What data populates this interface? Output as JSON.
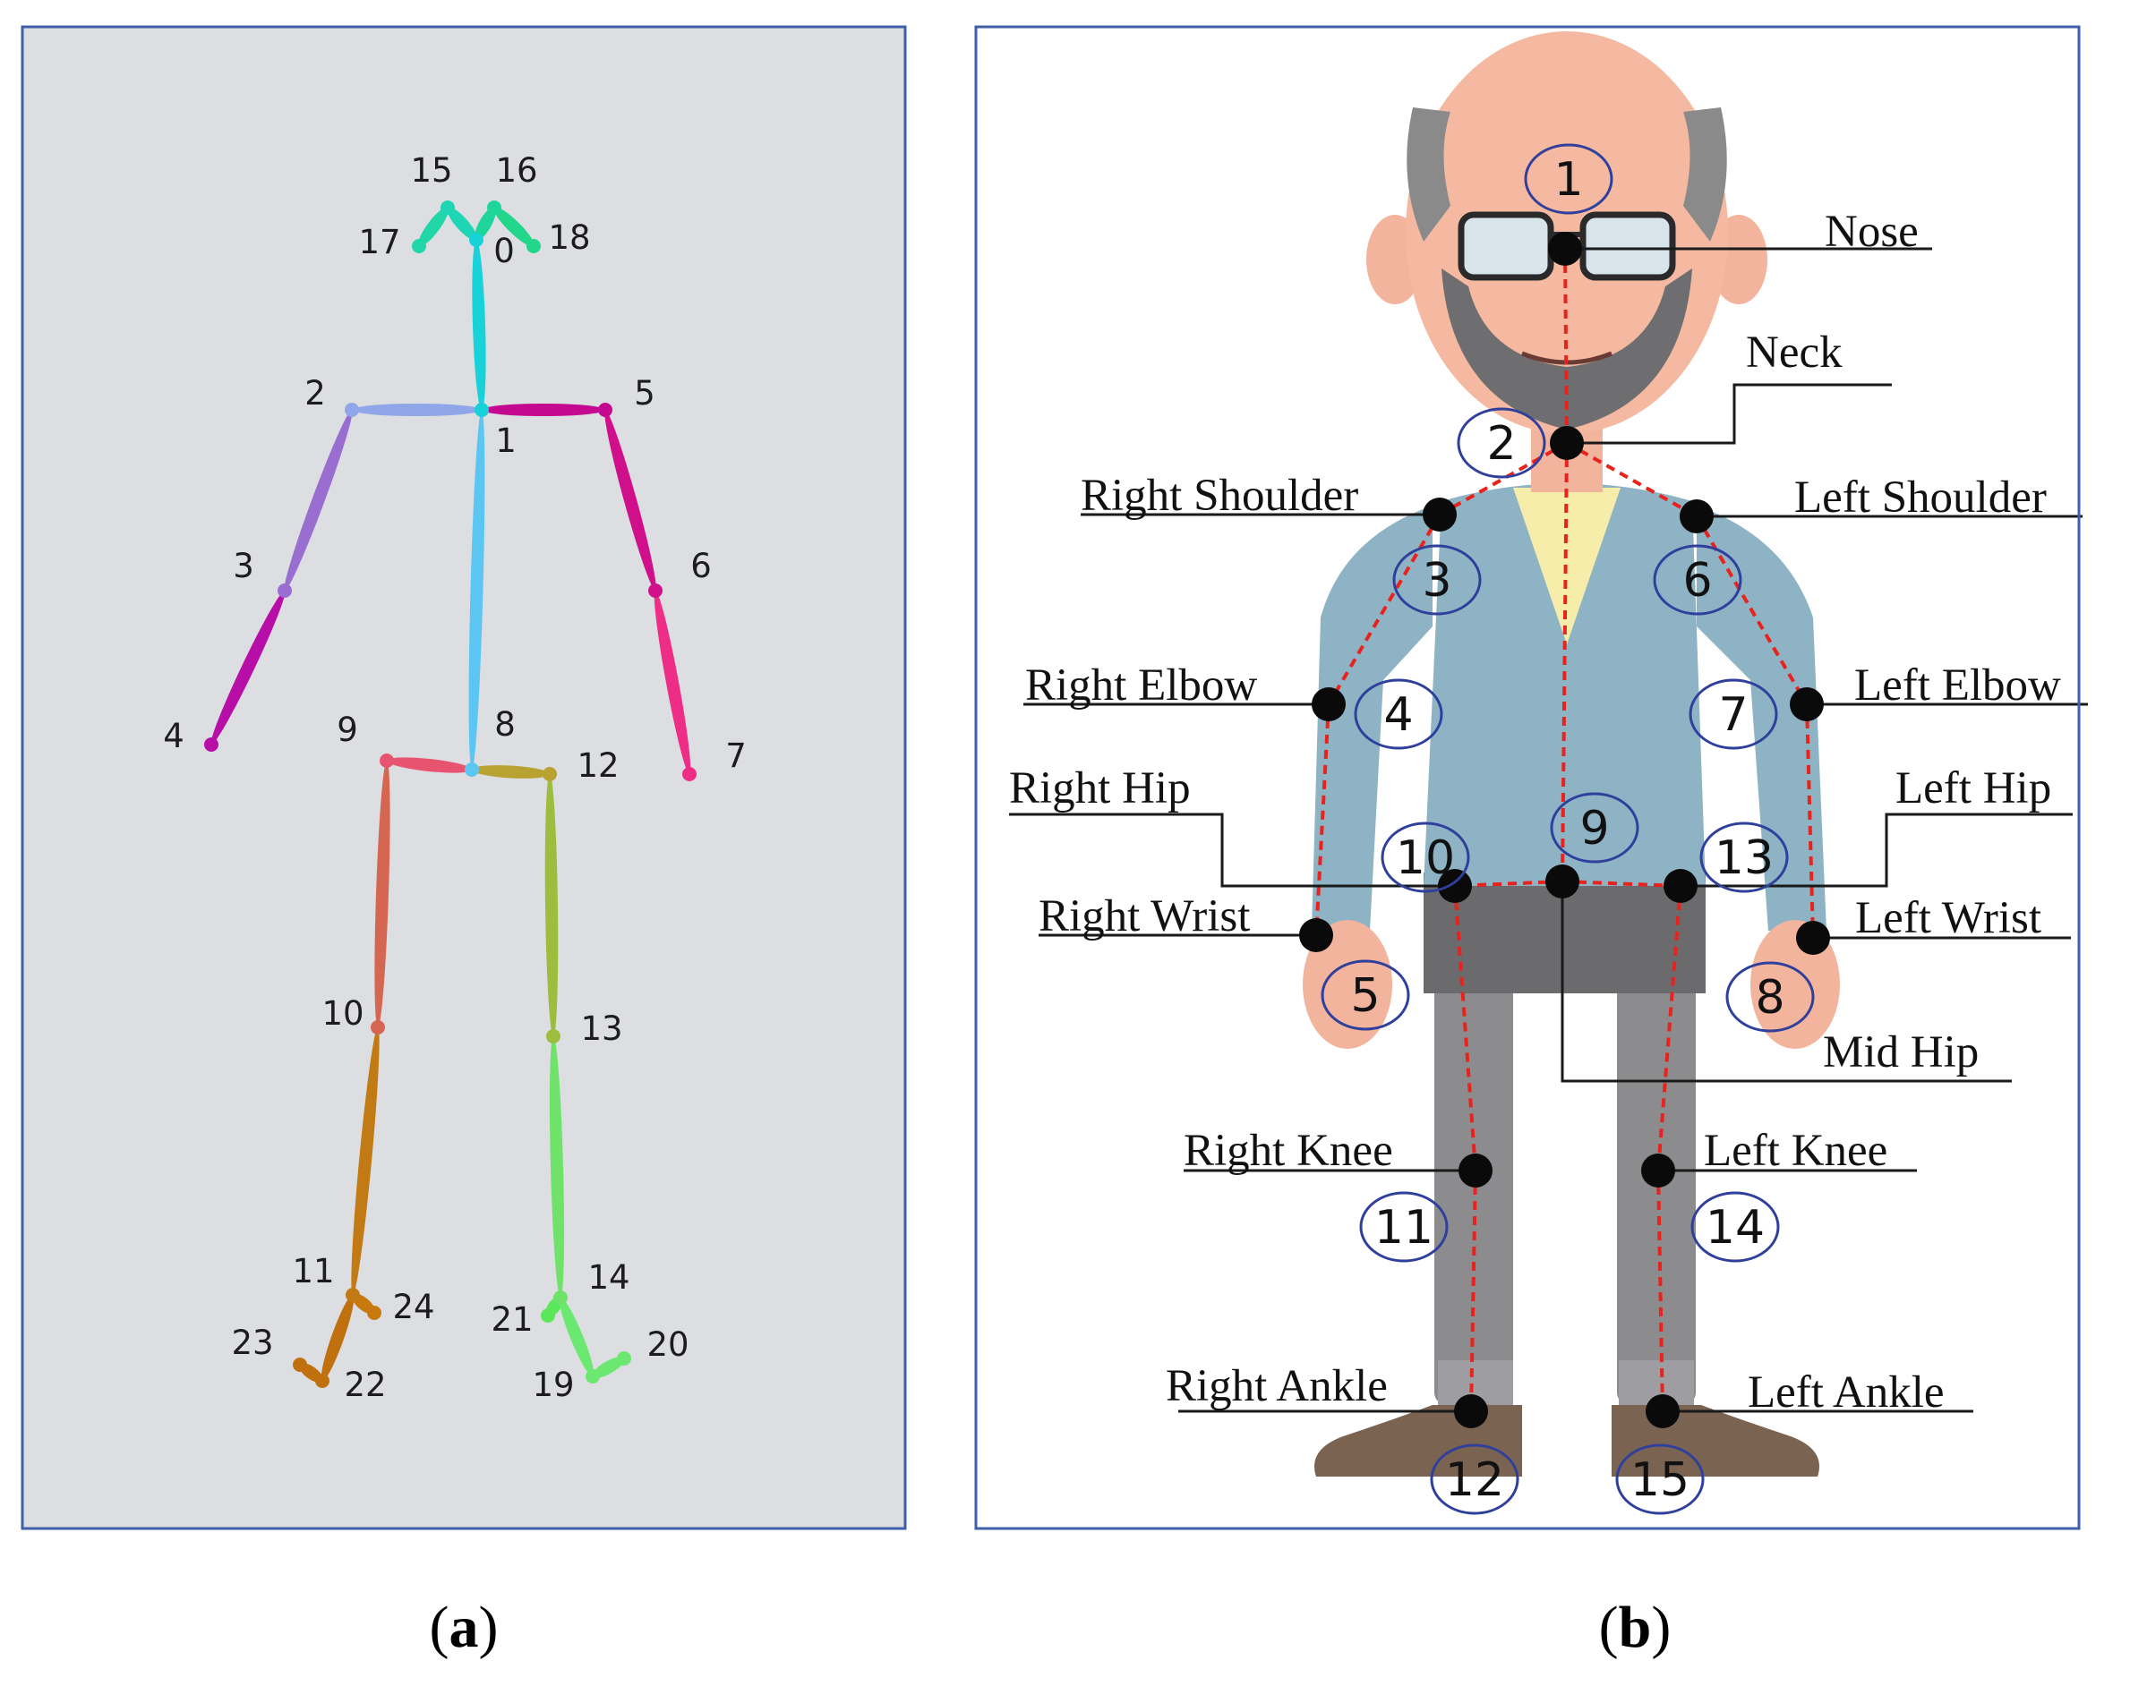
{
  "panel_a": {
    "caption_open": "(",
    "caption_letter": "a",
    "caption_close": ")",
    "keypoints": [
      {
        "id": "0",
        "label": "0"
      },
      {
        "id": "1",
        "label": "1"
      },
      {
        "id": "2",
        "label": "2"
      },
      {
        "id": "3",
        "label": "3"
      },
      {
        "id": "4",
        "label": "4"
      },
      {
        "id": "5",
        "label": "5"
      },
      {
        "id": "6",
        "label": "6"
      },
      {
        "id": "7",
        "label": "7"
      },
      {
        "id": "8",
        "label": "8"
      },
      {
        "id": "9",
        "label": "9"
      },
      {
        "id": "10",
        "label": "10"
      },
      {
        "id": "11",
        "label": "11"
      },
      {
        "id": "12",
        "label": "12"
      },
      {
        "id": "13",
        "label": "13"
      },
      {
        "id": "14",
        "label": "14"
      },
      {
        "id": "15",
        "label": "15"
      },
      {
        "id": "16",
        "label": "16"
      },
      {
        "id": "17",
        "label": "17"
      },
      {
        "id": "18",
        "label": "18"
      },
      {
        "id": "19",
        "label": "19"
      },
      {
        "id": "20",
        "label": "20"
      },
      {
        "id": "21",
        "label": "21"
      },
      {
        "id": "22",
        "label": "22"
      },
      {
        "id": "23",
        "label": "23"
      },
      {
        "id": "24",
        "label": "24"
      }
    ],
    "bones": [
      {
        "from": "0",
        "to": "1",
        "color": "#17d2d8"
      },
      {
        "from": "0",
        "to": "15",
        "color": "#1fd6b4"
      },
      {
        "from": "0",
        "to": "16",
        "color": "#1fd69a"
      },
      {
        "from": "15",
        "to": "17",
        "color": "#21d6a8"
      },
      {
        "from": "16",
        "to": "18",
        "color": "#22d68c"
      },
      {
        "from": "1",
        "to": "2",
        "color": "#8fa6e8"
      },
      {
        "from": "2",
        "to": "3",
        "color": "#9a6ed0"
      },
      {
        "from": "3",
        "to": "4",
        "color": "#b80ea8"
      },
      {
        "from": "1",
        "to": "5",
        "color": "#c4088f"
      },
      {
        "from": "5",
        "to": "6",
        "color": "#d00f8a"
      },
      {
        "from": "6",
        "to": "7",
        "color": "#ee2d86"
      },
      {
        "from": "1",
        "to": "8",
        "color": "#5cc6f2"
      },
      {
        "from": "8",
        "to": "9",
        "color": "#e85470"
      },
      {
        "from": "8",
        "to": "12",
        "color": "#b8a232"
      },
      {
        "from": "9",
        "to": "10",
        "color": "#d46652"
      },
      {
        "from": "10",
        "to": "11",
        "color": "#c27a14"
      },
      {
        "from": "11",
        "to": "24",
        "color": "#c8790e"
      },
      {
        "from": "11",
        "to": "22",
        "color": "#c0700c"
      },
      {
        "from": "22",
        "to": "23",
        "color": "#c0700c"
      },
      {
        "from": "12",
        "to": "13",
        "color": "#9dbd3e"
      },
      {
        "from": "13",
        "to": "14",
        "color": "#6fe26a"
      },
      {
        "from": "14",
        "to": "21",
        "color": "#5ae85a"
      },
      {
        "from": "14",
        "to": "19",
        "color": "#6ae870"
      },
      {
        "from": "19",
        "to": "20",
        "color": "#6ae870"
      }
    ]
  },
  "panel_b": {
    "caption_open": "(",
    "caption_letter": "b",
    "caption_close": ")",
    "keypoints": [
      {
        "id": "nose",
        "label": "Nose",
        "number": "1"
      },
      {
        "id": "neck",
        "label": "Neck",
        "number": "2"
      },
      {
        "id": "rshoulder",
        "label": "Right Shoulder",
        "number": "3"
      },
      {
        "id": "relbow",
        "label": "Right Elbow",
        "number": "4"
      },
      {
        "id": "rwrist",
        "label": "Right Wrist",
        "number": "5"
      },
      {
        "id": "lshoulder",
        "label": "Left Shoulder",
        "number": "6"
      },
      {
        "id": "lelbow",
        "label": "Left Elbow",
        "number": "7"
      },
      {
        "id": "lwrist",
        "label": "Left Wrist",
        "number": "8"
      },
      {
        "id": "midhip",
        "label": "Mid Hip",
        "number": "9"
      },
      {
        "id": "rhip",
        "label": "Right Hip",
        "number": "10"
      },
      {
        "id": "rknee",
        "label": "Right Knee",
        "number": "11"
      },
      {
        "id": "rankle",
        "label": "Right Ankle",
        "number": "12"
      },
      {
        "id": "lhip",
        "label": "Left Hip",
        "number": "13"
      },
      {
        "id": "lknee",
        "label": "Left Knee",
        "number": "14"
      },
      {
        "id": "lankle",
        "label": "Left Ankle",
        "number": "15"
      }
    ],
    "bones": [
      [
        "nose",
        "neck"
      ],
      [
        "neck",
        "rshoulder"
      ],
      [
        "neck",
        "lshoulder"
      ],
      [
        "rshoulder",
        "relbow"
      ],
      [
        "relbow",
        "rwrist"
      ],
      [
        "lshoulder",
        "lelbow"
      ],
      [
        "lelbow",
        "lwrist"
      ],
      [
        "neck",
        "midhip"
      ],
      [
        "midhip",
        "rhip"
      ],
      [
        "midhip",
        "lhip"
      ],
      [
        "rhip",
        "rknee"
      ],
      [
        "rknee",
        "rankle"
      ],
      [
        "lhip",
        "lknee"
      ],
      [
        "lknee",
        "lankle"
      ]
    ],
    "colors": {
      "bone": "#e8221c",
      "joint": "#0a0a0a",
      "number_ring": "#2f3f9c",
      "panel_border": "#3f5fa8"
    }
  },
  "colors": {
    "panel_a_background": "#dcdee2",
    "panel_border": "#3f5fa8"
  }
}
